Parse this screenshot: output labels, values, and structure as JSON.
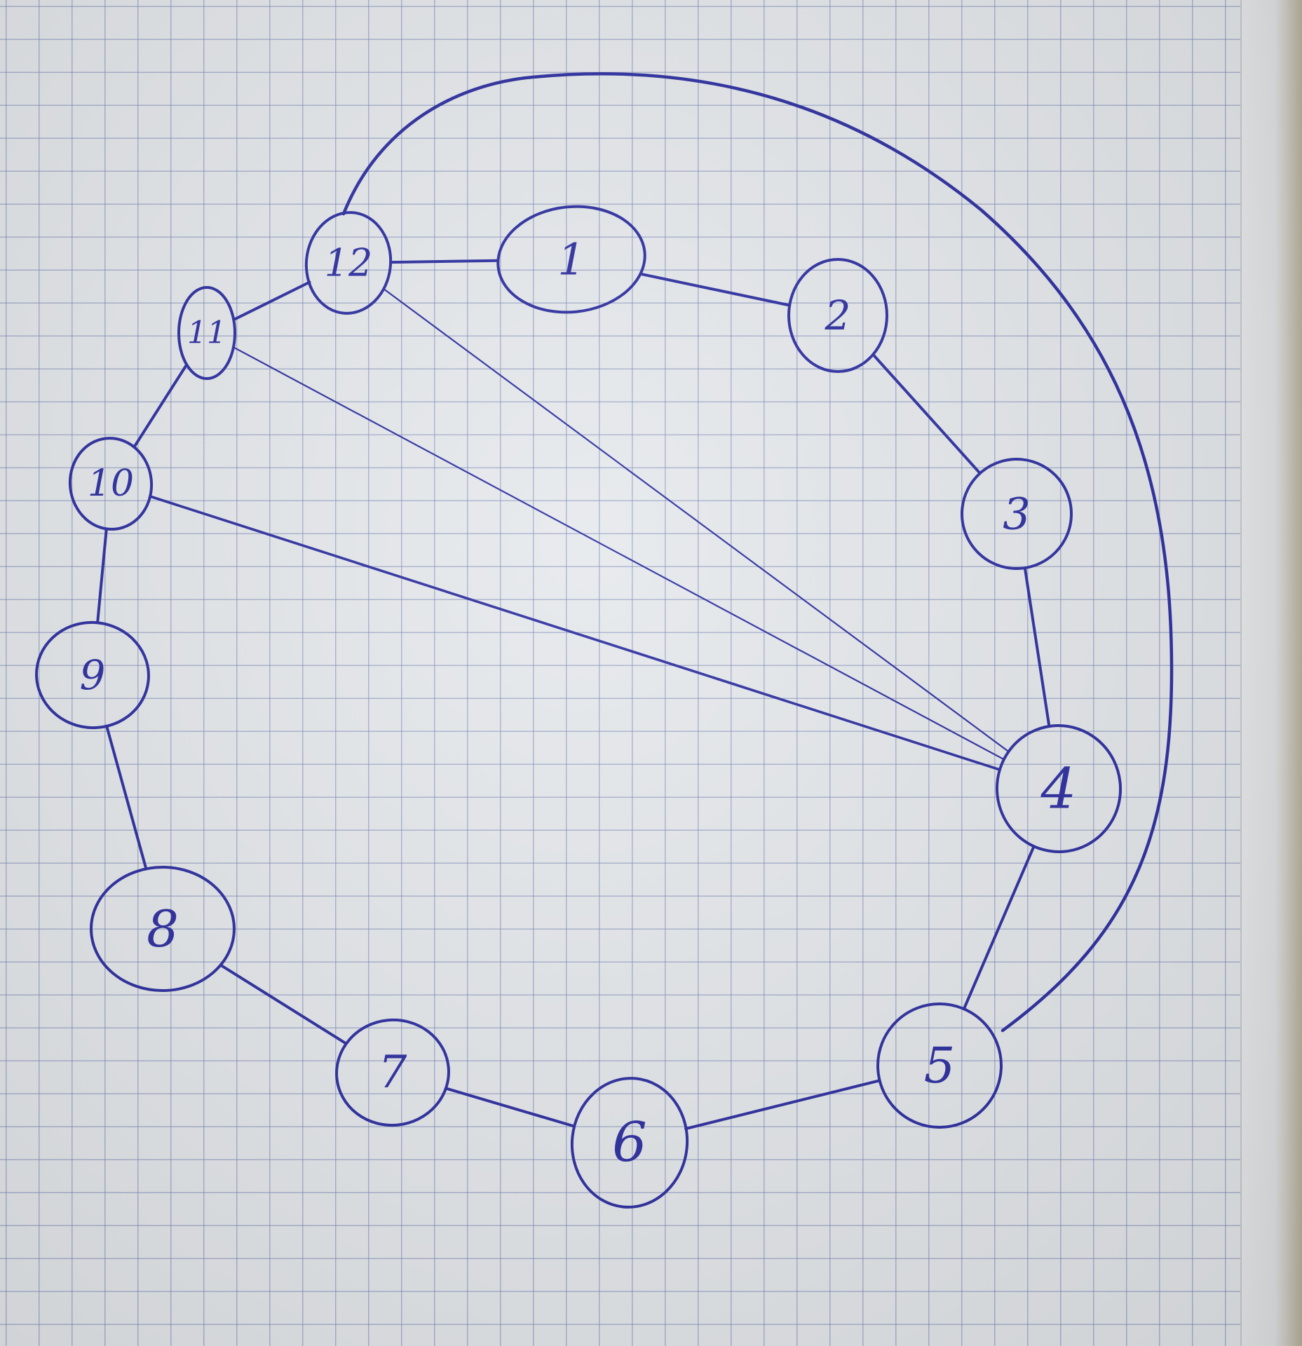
{
  "style": {
    "ink_color": "#2a2ca0",
    "paper_color": "#e6e9ec",
    "grid_color": "#7887b9"
  },
  "nodes": [
    {
      "id": "1",
      "label": "1"
    },
    {
      "id": "2",
      "label": "2"
    },
    {
      "id": "3",
      "label": "3"
    },
    {
      "id": "4",
      "label": "4"
    },
    {
      "id": "5",
      "label": "5"
    },
    {
      "id": "6",
      "label": "6"
    },
    {
      "id": "7",
      "label": "7"
    },
    {
      "id": "8",
      "label": "8"
    },
    {
      "id": "9",
      "label": "9"
    },
    {
      "id": "10",
      "label": "10"
    },
    {
      "id": "11",
      "label": "11"
    },
    {
      "id": "12",
      "label": "12"
    }
  ],
  "edges": [
    {
      "from": "12",
      "to": "1"
    },
    {
      "from": "1",
      "to": "2"
    },
    {
      "from": "2",
      "to": "3"
    },
    {
      "from": "3",
      "to": "4"
    },
    {
      "from": "4",
      "to": "5"
    },
    {
      "from": "5",
      "to": "6"
    },
    {
      "from": "6",
      "to": "7"
    },
    {
      "from": "7",
      "to": "8"
    },
    {
      "from": "8",
      "to": "9"
    },
    {
      "from": "9",
      "to": "10"
    },
    {
      "from": "10",
      "to": "11"
    },
    {
      "from": "11",
      "to": "12"
    },
    {
      "from": "4",
      "to": "10"
    },
    {
      "from": "4",
      "to": "11"
    },
    {
      "from": "4",
      "to": "12"
    },
    {
      "from": "12",
      "to": "5"
    }
  ]
}
